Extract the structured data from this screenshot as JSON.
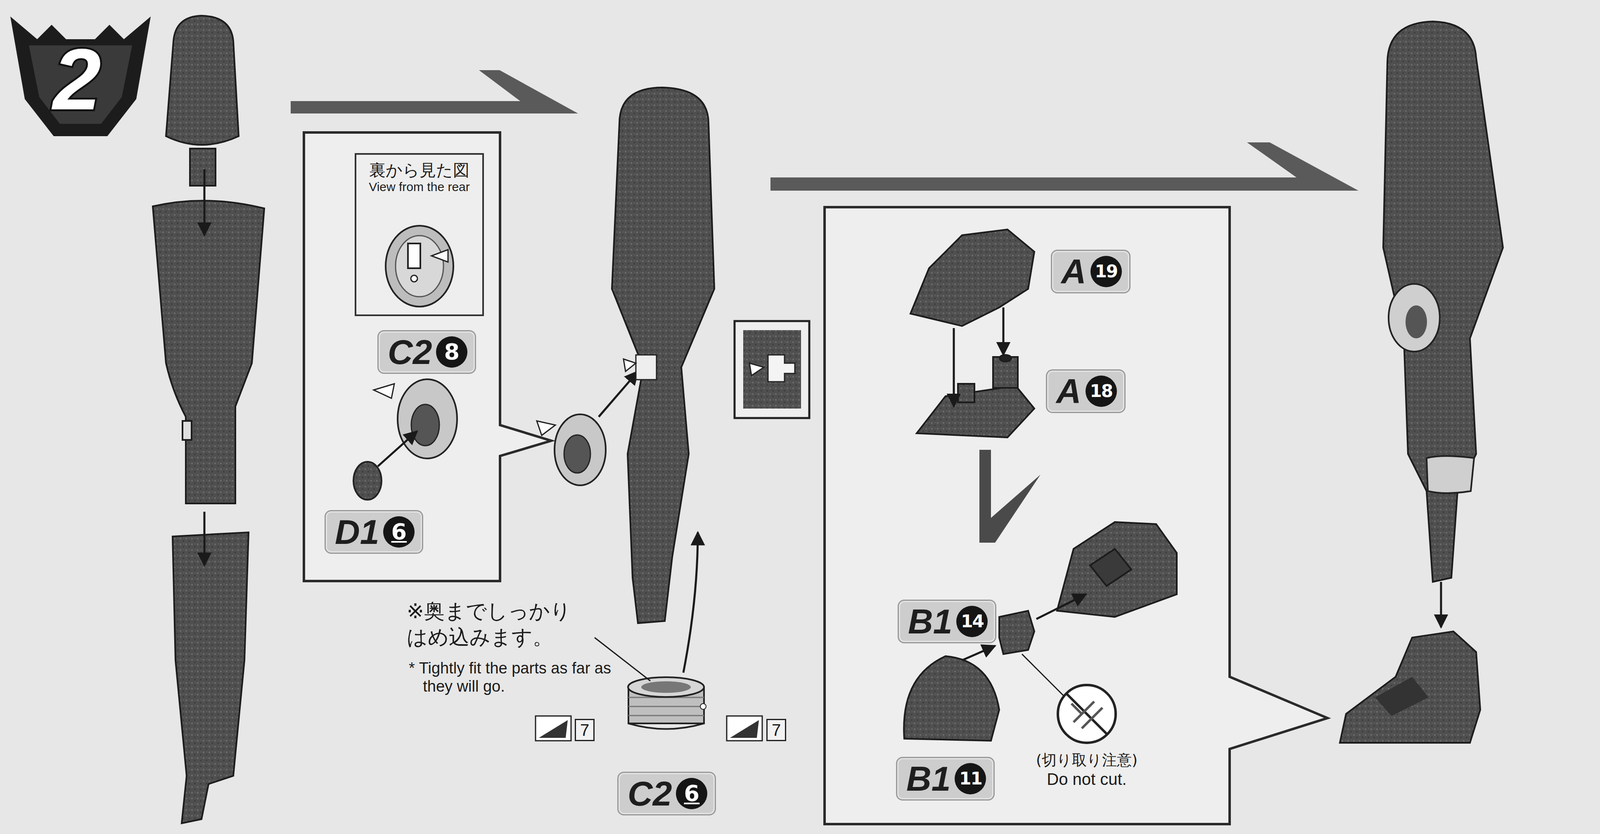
{
  "diagram": {
    "nodes": [
      {
        "text": [
          "裏から見た図",
          "View from the rear"
        ]
      },
      {
        "text": [
          "C2",
          "8"
        ]
      },
      {
        "text": [
          "D1",
          "6"
        ]
      },
      {
        "text": [
          "C2",
          "6"
        ]
      },
      {
        "text": [
          "A",
          "19"
        ]
      },
      {
        "text": [
          "A",
          "18"
        ]
      },
      {
        "text": [
          "B1",
          "14"
        ]
      },
      {
        "text": [
          "B1",
          "11"
        ]
      }
    ],
    "labels": [
      "2",
      "※奥までしっかり はめ込みます。",
      "* Tightly fit the parts as far as they will go.",
      "7",
      "7",
      "(切り取り注意)",
      "Do not cut."
    ]
  }
}
